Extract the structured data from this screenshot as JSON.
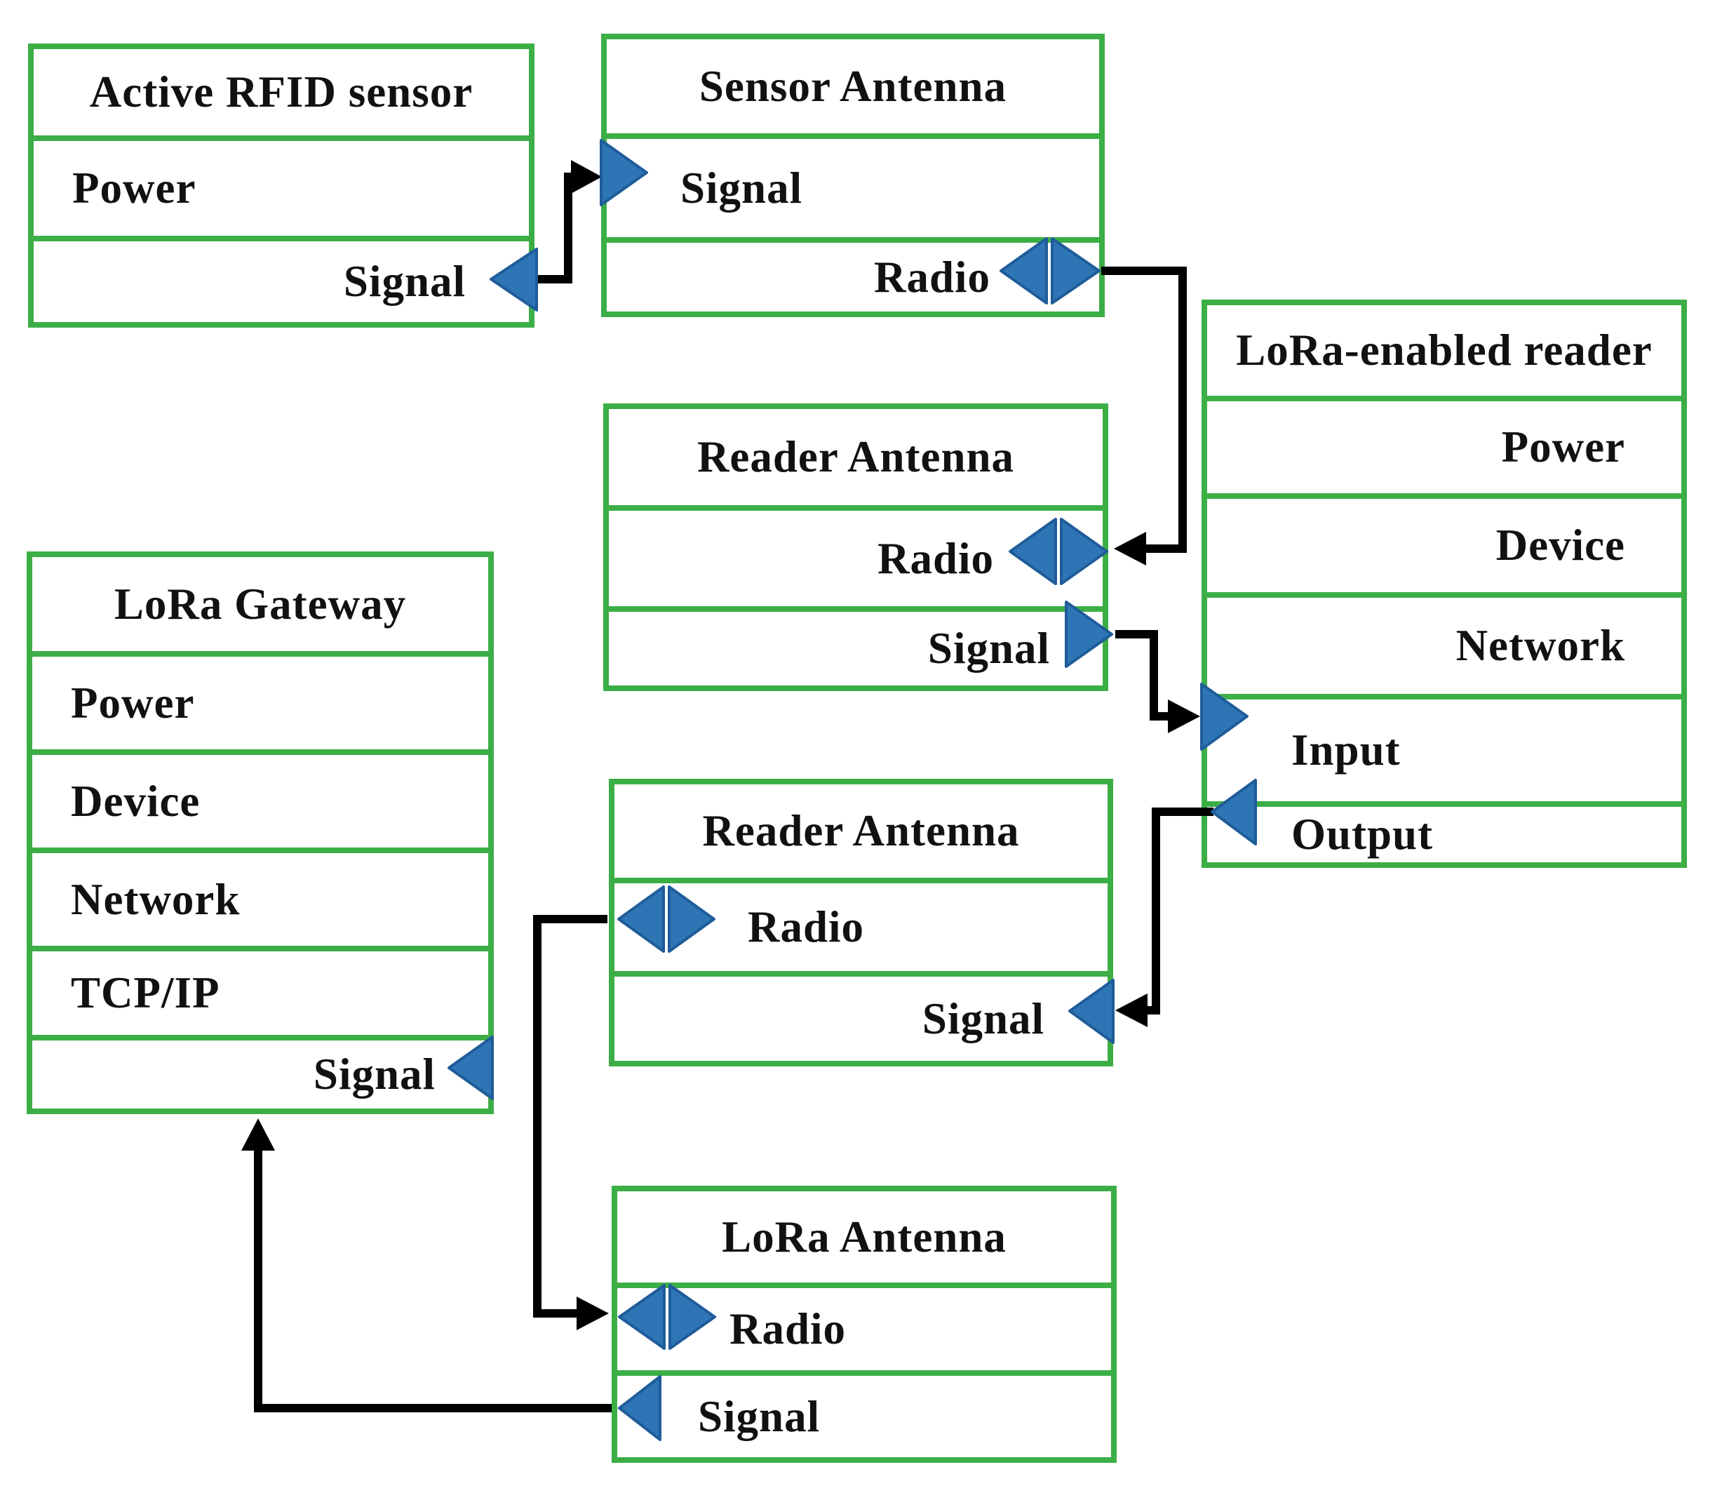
{
  "boxes": {
    "active_rfid": {
      "title": "Active RFID sensor",
      "rows": {
        "power": "Power",
        "signal": "Signal"
      }
    },
    "sensor_antenna": {
      "title": "Sensor Antenna",
      "rows": {
        "signal": "Signal",
        "radio": "Radio"
      }
    },
    "lora_reader": {
      "title": "LoRa-enabled reader",
      "rows": {
        "power": "Power",
        "device": "Device",
        "network": "Network",
        "input": "Input",
        "output": "Output"
      }
    },
    "reader_antenna_1": {
      "title": "Reader Antenna",
      "rows": {
        "radio": "Radio",
        "signal": "Signal"
      }
    },
    "lora_gateway": {
      "title": "LoRa Gateway",
      "rows": {
        "power": "Power",
        "device": "Device",
        "network": "Network",
        "tcpip": "TCP/IP",
        "signal": "Signal"
      }
    },
    "reader_antenna_2": {
      "title": "Reader Antenna",
      "rows": {
        "radio": "Radio",
        "signal": "Signal"
      }
    },
    "lora_antenna": {
      "title": "LoRa Antenna",
      "rows": {
        "radio": "Radio",
        "signal": "Signal"
      }
    }
  },
  "icons": {
    "port_in": "right-triangle",
    "port_out": "left-triangle",
    "port_bidirectional": "double-triangle"
  },
  "colors": {
    "box_border": "#3cae46",
    "port_fill": "#2e75b6",
    "port_stroke": "#1f5c99",
    "connector": "#000000",
    "text": "#111111",
    "background": "#ffffff"
  },
  "connections": [
    {
      "from": "active_rfid.signal",
      "to": "sensor_antenna.signal"
    },
    {
      "from": "sensor_antenna.radio",
      "to": "reader_antenna_1.radio"
    },
    {
      "from": "reader_antenna_1.signal",
      "to": "lora_reader.input"
    },
    {
      "from": "lora_reader.output",
      "to": "reader_antenna_2.signal"
    },
    {
      "from": "reader_antenna_2.radio",
      "to": "lora_antenna.radio"
    },
    {
      "from": "lora_antenna.signal",
      "to": "lora_gateway.signal"
    }
  ]
}
